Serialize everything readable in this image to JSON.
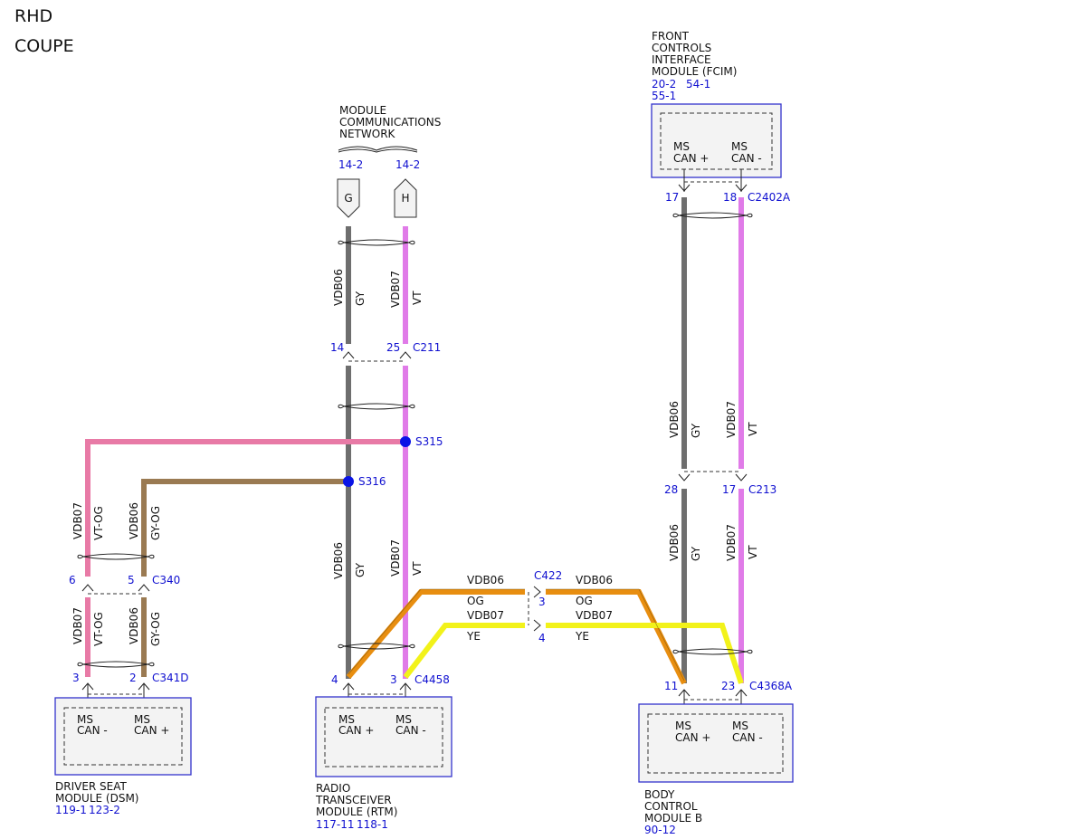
{
  "header": {
    "line1": "RHD",
    "line2": "COUPE"
  },
  "colors": {
    "GY": "#6e6e6e",
    "VT": "#e07be8",
    "VT-OG": "#e87aa6",
    "GY-OG": "#9a7a52",
    "OG": "#e88e10",
    "YE": "#f2f21a",
    "module_border": "#3333cc",
    "ref_text": "#1010d0",
    "splice_dot": "#0a14e6"
  },
  "network": {
    "title": [
      "MODULE",
      "COMMUNICATIONS",
      "NETWORK"
    ],
    "ref_g": "14-2",
    "ref_h": "14-2",
    "flag_g": "G",
    "flag_h": "H"
  },
  "modules": {
    "fcim": {
      "name": [
        "FRONT",
        "CONTROLS",
        "INTERFACE",
        "MODULE (FCIM)"
      ],
      "refs1": [
        "20-2",
        "54-1"
      ],
      "refs2": "55-1",
      "pin_left": [
        "MS",
        "CAN +"
      ],
      "pin_right": [
        "MS",
        "CAN -"
      ]
    },
    "dsm": {
      "name": [
        "DRIVER SEAT",
        "MODULE (DSM)"
      ],
      "refs1": [
        "119-1",
        "123-2"
      ],
      "pin_left": [
        "MS",
        "CAN -"
      ],
      "pin_right": [
        "MS",
        "CAN +"
      ]
    },
    "rtm": {
      "name": [
        "RADIO",
        "TRANSCEIVER",
        "MODULE (RTM)"
      ],
      "refs1": [
        "117-11",
        "118-1"
      ],
      "pin_left": [
        "MS",
        "CAN +"
      ],
      "pin_right": [
        "MS",
        "CAN -"
      ]
    },
    "bcmb": {
      "name": [
        "BODY",
        "CONTROL",
        "MODULE B"
      ],
      "refs1": [
        "90-12"
      ],
      "pin_left": [
        "MS",
        "CAN +"
      ],
      "pin_right": [
        "MS",
        "CAN -"
      ]
    }
  },
  "connectors": {
    "c211": {
      "pin_left": "14",
      "pin_right": "25",
      "name": "C211"
    },
    "c2402a": {
      "pin_left": "17",
      "pin_right": "18",
      "name": "C2402A"
    },
    "c213": {
      "pin_left": "28",
      "pin_right": "17",
      "name": "C213"
    },
    "c340": {
      "pin_left": "6",
      "pin_right": "5",
      "name": "C340"
    },
    "c341d": {
      "pin_left": "3",
      "pin_right": "2",
      "name": "C341D"
    },
    "c4458": {
      "pin_left": "4",
      "pin_right": "3",
      "name": "C4458"
    },
    "c4368a": {
      "pin_left": "11",
      "pin_right": "23",
      "name": "C4368A"
    },
    "c422": {
      "name": "C422",
      "pin_og": "3",
      "pin_ye": "4"
    }
  },
  "splices": {
    "s315": "S315",
    "s316": "S316"
  },
  "wires": {
    "vdb06": "VDB06",
    "vdb07": "VDB07",
    "gy": "GY",
    "vt": "VT",
    "vt_og": "VT-OG",
    "gy_og": "GY-OG",
    "og": "OG",
    "ye": "YE"
  }
}
